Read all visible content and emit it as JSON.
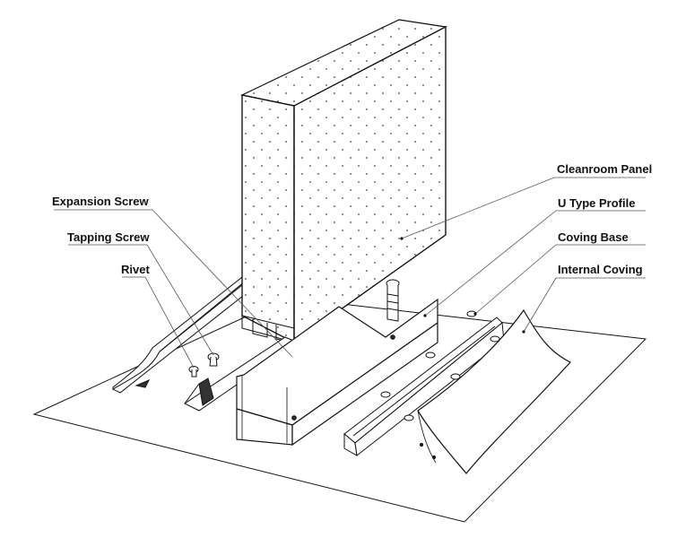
{
  "labels": {
    "expansion_screw": "Expansion Screw",
    "tapping_screw": "Tapping Screw",
    "rivet": "Rivet",
    "cleanroom_panel": "Cleanroom Panel",
    "u_type_profile": "U Type Profile",
    "coving_base": "Coving Base",
    "internal_coving": "Internal Coving"
  },
  "colors": {
    "line": "#111111",
    "leader": "#555555",
    "panel_fill": "#ffffff",
    "panel_dots": "#444444",
    "floor": "#ffffff"
  }
}
